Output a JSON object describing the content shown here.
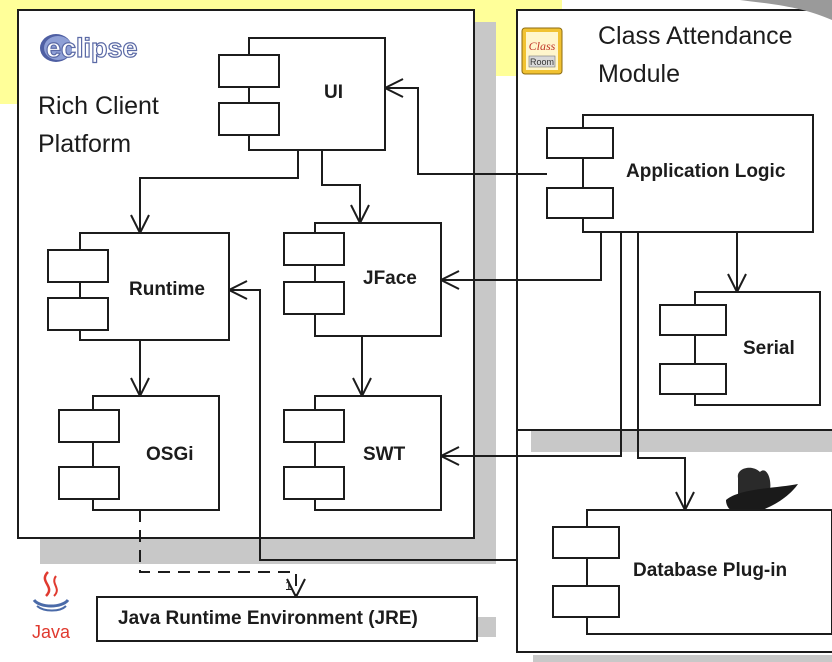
{
  "platform": {
    "logo_text": "eclipse",
    "title_line1": "Rich Client",
    "title_line2": "Platform"
  },
  "module": {
    "title_line1": "Class Attendance",
    "title_line2": "Module",
    "icon_text_top": "Class",
    "icon_text_bottom": "Room"
  },
  "components": {
    "ui": "UI",
    "runtime": "Runtime",
    "jface": "JFace",
    "osgi": "OSGi",
    "swt": "SWT",
    "app_logic": "Application Logic",
    "serial": "Serial",
    "database": "Database Plug-in"
  },
  "jre": {
    "label": "Java Runtime Environment (JRE)",
    "multiplicity": "1",
    "logo_text": "Java"
  },
  "colors": {
    "highlight": "#ffff99",
    "shadow": "#c8c8c8",
    "stroke": "#1c1c1c",
    "java_red": "#e03a2f",
    "java_blue": "#4a6aa8"
  }
}
